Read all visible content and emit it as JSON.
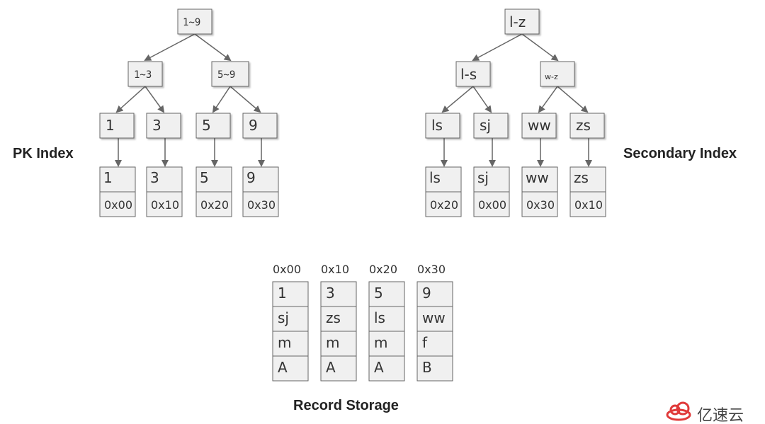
{
  "labels": {
    "pk_index": "PK Index",
    "secondary_index": "Secondary Index",
    "record_storage": "Record Storage"
  },
  "pk_tree": {
    "root": "1~9",
    "mid": [
      "1~3",
      "5~9"
    ],
    "leaf_keys": [
      "1",
      "3",
      "5",
      "9"
    ],
    "leaf_entries": [
      {
        "key": "1",
        "addr": "0x00"
      },
      {
        "key": "3",
        "addr": "0x10"
      },
      {
        "key": "5",
        "addr": "0x20"
      },
      {
        "key": "9",
        "addr": "0x30"
      }
    ]
  },
  "secondary_tree": {
    "root": "l-z",
    "mid": [
      "l-s",
      "w-z"
    ],
    "leaf_keys": [
      "ls",
      "sj",
      "ww",
      "zs"
    ],
    "leaf_entries": [
      {
        "key": "ls",
        "addr": "0x20"
      },
      {
        "key": "sj",
        "addr": "0x00"
      },
      {
        "key": "ww",
        "addr": "0x30"
      },
      {
        "key": "zs",
        "addr": "0x10"
      }
    ]
  },
  "records": [
    {
      "addr": "0x00",
      "fields": [
        "1",
        "sj",
        "m",
        "A"
      ]
    },
    {
      "addr": "0x10",
      "fields": [
        "3",
        "zs",
        "m",
        "A"
      ]
    },
    {
      "addr": "0x20",
      "fields": [
        "5",
        "ls",
        "m",
        "A"
      ]
    },
    {
      "addr": "0x30",
      "fields": [
        "9",
        "ww",
        "f",
        "B"
      ]
    }
  ],
  "watermark": {
    "text": "亿速云",
    "logo_color": "#e03a3a"
  },
  "colors": {
    "box_fill": "#f0f0f0",
    "box_stroke": "#666666",
    "arrow": "#666666"
  }
}
